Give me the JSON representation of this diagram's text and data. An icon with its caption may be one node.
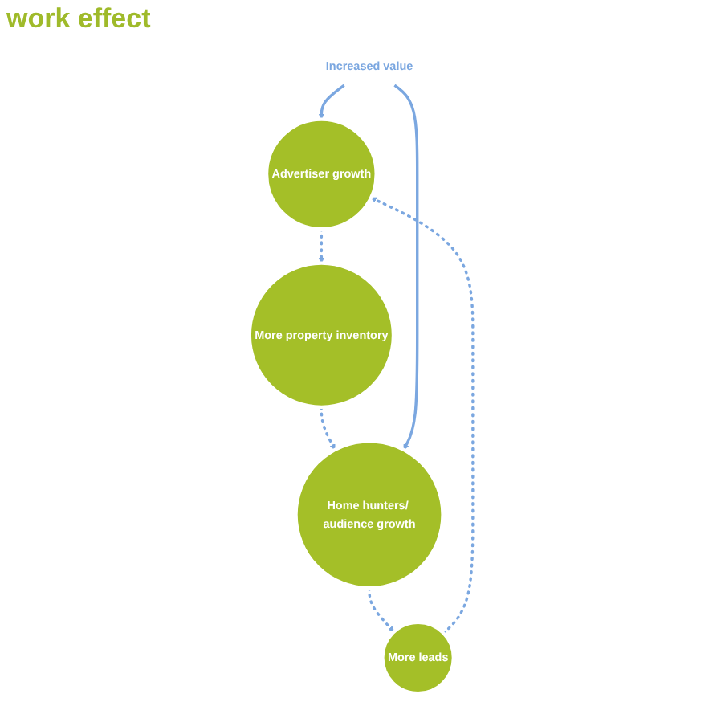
{
  "diagram": {
    "title": "work effect",
    "nodes": [
      {
        "text": [
          "Advertiser growth"
        ]
      },
      {
        "text": [
          "More property inventory"
        ]
      },
      {
        "text": [
          "Home hunters/ audience growth"
        ]
      },
      {
        "text": [
          "More leads"
        ]
      },
      {
        "text": [
          "Increased value"
        ]
      }
    ],
    "edges": [
      {
        "from": 0,
        "to": 1,
        "arrow": "to",
        "style": "dashed"
      },
      {
        "from": 1,
        "to": 2,
        "arrow": "to",
        "style": "dashed"
      },
      {
        "from": 2,
        "to": 3,
        "arrow": "to",
        "style": "dashed"
      },
      {
        "from": 3,
        "to": 0,
        "arrow": "to",
        "style": "dashed"
      },
      {
        "from": 4,
        "to": 0,
        "arrow": "to"
      },
      {
        "from": 4,
        "to": 2,
        "arrow": "to"
      }
    ]
  }
}
